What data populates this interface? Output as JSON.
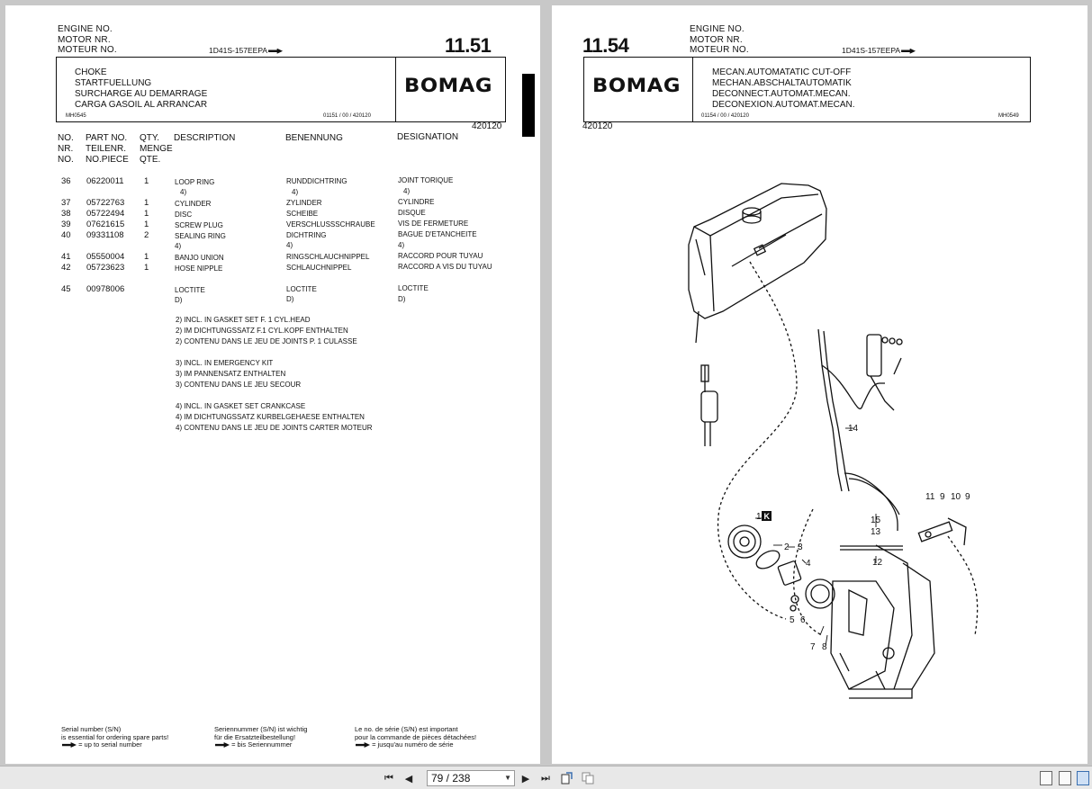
{
  "left_page": {
    "engine_labels": [
      "ENGINE NO.",
      "MOTOR  NR.",
      "MOTEUR NO."
    ],
    "serial": "1D41S-157EEPA",
    "page_number": "11.51",
    "title_lines": [
      "CHOKE",
      "STARTFUELLUNG",
      "SURCHARGE AU DEMARRAGE",
      "CARGA GASOIL AL ARRANCAR"
    ],
    "drawing_ref": "MH0545",
    "doc_code": "01151 / 00 / 420120",
    "logo": "BOMAG",
    "group_code": "420120",
    "columns": {
      "no": [
        "NO.",
        "NR.",
        "NO."
      ],
      "part": [
        "PART NO.",
        "TEILENR.",
        "NO.PIECE"
      ],
      "qty": [
        "QTY.",
        "MENGE",
        "QTE."
      ],
      "description": "DESCRIPTION",
      "benennung": "BENENNUNG",
      "designation": "DESIGNATION"
    },
    "rows": [
      {
        "no": "36",
        "part": "06220011",
        "qty": "1",
        "desc": "LOOP RING",
        "ben": "RUNDDICHTRING",
        "des": "JOINT TORIQUE",
        "sub": "4)"
      },
      {
        "no": "37",
        "part": "05722763",
        "qty": "1",
        "desc": "CYLINDER",
        "ben": "ZYLINDER",
        "des": "CYLINDRE",
        "sub": ""
      },
      {
        "no": "38",
        "part": "05722494",
        "qty": "1",
        "desc": "DISC",
        "ben": "SCHEIBE",
        "des": "DISQUE",
        "sub": ""
      },
      {
        "no": "39",
        "part": "07621615",
        "qty": "1",
        "desc": "SCREW PLUG",
        "ben": "VERSCHLUSSSCHRAUBE",
        "des": "VIS DE FERMETURE",
        "sub": ""
      },
      {
        "no": "40",
        "part": "09331108",
        "qty": "2",
        "desc": "SEALING RING",
        "ben": "DICHTRING",
        "des": "BAGUE D'ETANCHEITE",
        "sub": "4)"
      },
      {
        "no": "41",
        "part": "05550004",
        "qty": "1",
        "desc": "BANJO UNION",
        "ben": "RINGSCHLAUCHNIPPEL",
        "des": "RACCORD POUR TUYAU",
        "sub": ""
      },
      {
        "no": "42",
        "part": "05723623",
        "qty": "1",
        "desc": "HOSE NIPPLE",
        "ben": "SCHLAUCHNIPPEL",
        "des": "RACCORD A VIS DU TUYAU",
        "sub": ""
      },
      {
        "no": "45",
        "part": "00978006",
        "qty": "",
        "desc": "LOCTITE",
        "ben": "LOCTITE",
        "des": "LOCTITE",
        "sub": "D)"
      }
    ],
    "notes": [
      "2) INCL. IN GASKET SET F. 1 CYL.HEAD",
      "2) IM DICHTUNGSSATZ F.1 CYL.KOPF ENTHALTEN",
      "2) CONTENU DANS LE JEU DE JOINTS P. 1 CULASSE",
      "3) INCL. IN EMERGENCY KIT",
      "3) IM PANNENSATZ ENTHALTEN",
      "3) CONTENU DANS LE JEU SECOUR",
      "4) INCL. IN GASKET SET CRANKCASE",
      "4) IM DICHTUNGSSATZ KURBELGEHAESE ENTHALTEN",
      "4) CONTENU DANS LE JEU DE JOINTS CARTER MOTEUR"
    ],
    "footer": {
      "en": [
        "Serial number (S/N)",
        "is essential for ordering spare parts!",
        "= up to serial number"
      ],
      "de": [
        "Seriennummer (S/N) ist wichtig",
        "für die Ersatzteilbestellung!",
        "= bis Seriennummer"
      ],
      "fr": [
        "Le no. de série (S/N) est important",
        "pour la commande de pièces détachées!",
        "= jusqu'au numéro de série"
      ]
    }
  },
  "right_page": {
    "page_number": "11.54",
    "engine_labels": [
      "ENGINE NO.",
      "MOTOR  NR.",
      "MOTEUR NO."
    ],
    "serial": "1D41S-157EEPA",
    "logo": "BOMAG",
    "title_lines": [
      "MECAN.AUTOMATATIC CUT-OFF",
      "MECHAN.ABSCHALTAUTOMATIK",
      "DECONNECT.AUTOMAT.MECAN.",
      "DECONEXION.AUTOMAT.MECAN."
    ],
    "doc_code": "01154 / 00 / 420120",
    "drawing_ref": "MH0549",
    "group_code": "420120",
    "callouts": {
      "c14": "14",
      "c11": "11",
      "c9a": "9",
      "c10": "10",
      "c9b": "9",
      "c15": "15",
      "c13": "13",
      "c12": "12",
      "c1": "1",
      "ck": "K",
      "c2": "2",
      "c3": "3",
      "c4": "4",
      "c5": "5",
      "c6": "6",
      "c7": "7",
      "c8": "8"
    }
  },
  "toolbar": {
    "page_indicator": "79 / 238",
    "icons": [
      "first-page-icon",
      "prev-page-icon",
      "next-page-icon",
      "last-page-icon",
      "rotate-icon",
      "copy-icon",
      "single-page-icon",
      "continuous-icon",
      "facing-icon"
    ]
  }
}
